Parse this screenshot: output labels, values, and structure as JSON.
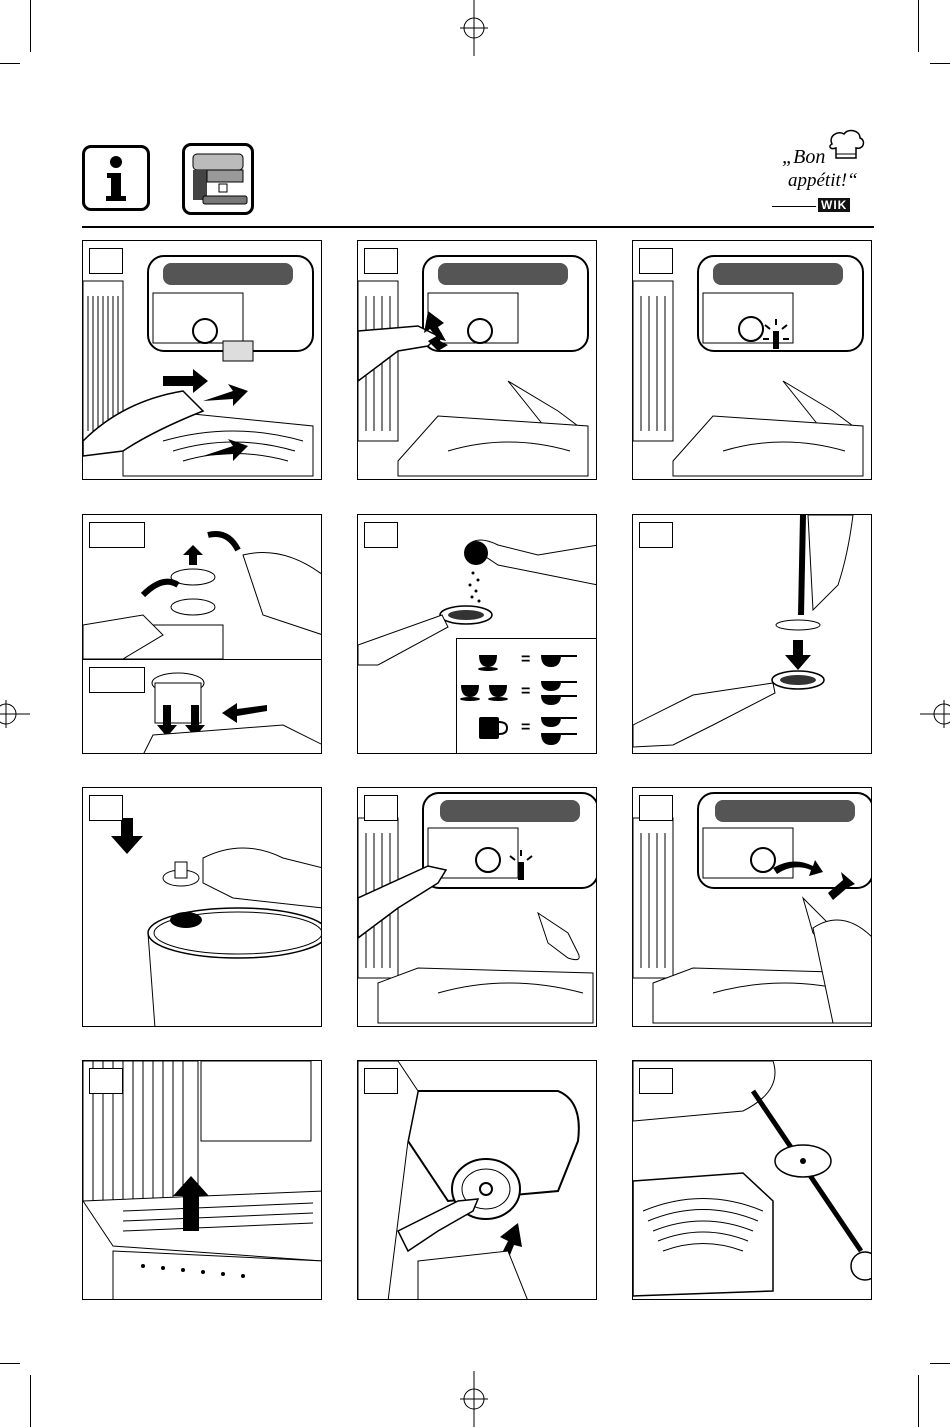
{
  "logo": {
    "line1": "„Bon",
    "line2": "appétit!“",
    "brand": "WIK"
  },
  "icons": {
    "info": "info-icon",
    "machine": "espresso-machine-icon"
  },
  "panels": [
    {
      "id": "p1",
      "scene": "remove-filter-holder"
    },
    {
      "id": "p2",
      "scene": "press-switch"
    },
    {
      "id": "p3",
      "scene": "indicator-light"
    },
    {
      "id": "p4",
      "scene": "insert-filter"
    },
    {
      "id": "p5",
      "scene": "fill-coffee-measure"
    },
    {
      "id": "p6",
      "scene": "tamp-coffee"
    },
    {
      "id": "p7",
      "scene": "open-coffee-tin"
    },
    {
      "id": "p8",
      "scene": "switch-on"
    },
    {
      "id": "p9",
      "scene": "turn-knob-steam"
    },
    {
      "id": "p10",
      "scene": "drip-tray"
    },
    {
      "id": "p11",
      "scene": "clean-shower-head"
    },
    {
      "id": "p12",
      "scene": "clean-with-brush"
    }
  ],
  "dose_table": {
    "rows": [
      {
        "cups": "1 cup",
        "sign": "=",
        "scoops": 1
      },
      {
        "cups": "2 cups",
        "sign": "=",
        "scoops": 2
      },
      {
        "cups": "1 mug",
        "sign": "=",
        "scoops": 2
      }
    ]
  }
}
